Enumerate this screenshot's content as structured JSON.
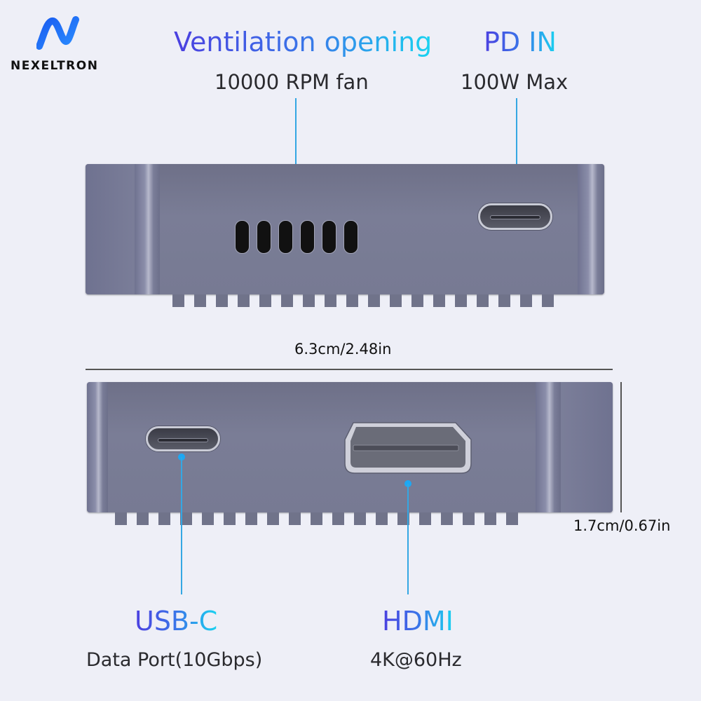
{
  "brand": {
    "name": "NEXELTRON",
    "logo_icon": "n-wave-logo-icon",
    "logo_color": "#1f6bf5"
  },
  "colors": {
    "background": "#eeeff7",
    "gradient_start": "#4b3fe0",
    "gradient_end": "#19d3f0",
    "callout_line": "#34a7e3",
    "device_body": "#777a93"
  },
  "callouts": {
    "ventilation": {
      "title": "Ventilation opening",
      "subtitle": "10000 RPM fan"
    },
    "pd_in": {
      "title": "PD IN",
      "subtitle": "100W Max"
    },
    "usb_c": {
      "title": "USB-C",
      "subtitle": "Data Port(10Gbps)"
    },
    "hdmi": {
      "title": "HDMI",
      "subtitle": "4K@60Hz"
    }
  },
  "dimensions": {
    "width_label": "6.3cm/2.48in",
    "height_label": "1.7cm/0.67in"
  },
  "top_view": {
    "vent_slots": 6,
    "ports": [
      "USB-C PD IN"
    ]
  },
  "bottom_view": {
    "ports": [
      "USB-C",
      "HDMI"
    ]
  }
}
